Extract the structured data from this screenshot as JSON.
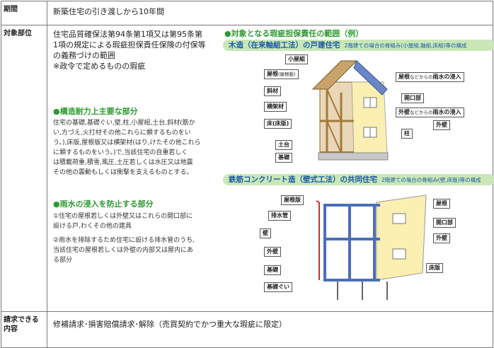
{
  "row_period": {
    "header": "期間",
    "value": "新築住宅の引き渡しから10年間"
  },
  "row_target": {
    "header": "対象部位",
    "intro": [
      "住宅品質確保法第94条第1項又は第95条第",
      "1項の規定による瑕疵担保責任保険の付保等",
      "の義務づけの範囲",
      "※政令で定めるものの瑕疵"
    ],
    "structural": {
      "heading": "●構造耐力上主要な部分",
      "lines": [
        "住宅の基礎,基礎ぐい,壁,柱,小屋組,土台,斜材(筋か",
        "い,方づえ,火打材その他これらに類するものをい",
        "う。),床版,屋根版又は横架材(はり,けたその他これら",
        "に類するものをいう。)で,当該住宅の自重若しく",
        "は積載荷重,積雪,風圧,土圧若しくは水圧又は地震",
        "その他の震動もしくは衝撃を支えるものとする。"
      ]
    },
    "water": {
      "heading": "●雨水の浸入を防止する部分",
      "item1": [
        "①住宅の屋根若しくは外壁又はこれらの開口部に",
        "設ける戸,わくその他の建具"
      ],
      "item2": [
        "②雨水を排除するため住宅に設ける排水管のうち,",
        "当該住宅の屋根若しくは外壁の内部又は屋内にあ",
        "る部分"
      ]
    },
    "diagram": {
      "title": "●対象となる瑕疵担保責任の範囲（例）",
      "wood": {
        "band_title": "木造（在来軸組工法）の戸建住宅",
        "band_sub": "2階建ての場合の骨組み(小屋組,軸組,床組)等の構成",
        "labels": {
          "koyagumi": "小屋組",
          "yane": "屋根",
          "yane_sub": "(屋根版)",
          "shazai": "斜材",
          "okogazai": "横架材",
          "yuka": "床(床版)",
          "dodai": "土台",
          "kiso": "基礎",
          "yane_rain": "屋根",
          "yane_rain_sub": "などからの",
          "yane_rain_tail": "雨水の浸入",
          "kaikoubu": "開口部",
          "gaiheki_rain": "外壁",
          "gaiheki_rain_sub": "などからの",
          "gaiheki_rain_tail": "雨水の浸入",
          "gaiheki": "外壁",
          "hashira": "柱"
        }
      },
      "rc": {
        "band_title": "鉄筋コンクリート造（壁式工法）の共同住宅",
        "band_sub": "2階建ての場合の骨組み(壁,床版)等の構成",
        "labels": {
          "yaneban": "屋根版",
          "haisuikan": "排水管",
          "kabe": "壁",
          "gaiheki": "外壁",
          "kiso": "基礎",
          "kisogui": "基礎ぐい",
          "yane": "屋根",
          "kaikoubu": "開口部",
          "gaiheki_r": "外壁",
          "shouban": "床版"
        }
      }
    }
  },
  "row_claim": {
    "header": "請求できる内容",
    "value": "修補請求･損害賠償請求･解除（売買契約でかつ重大な瑕疵に限定）"
  },
  "colors": {
    "accent_green": "#2d9a32",
    "band_green": "#c9e7b7",
    "band_blue": "#1a5aa8",
    "wall_yellow": "#fbefb1",
    "roof_blue": "#6a86c9"
  }
}
